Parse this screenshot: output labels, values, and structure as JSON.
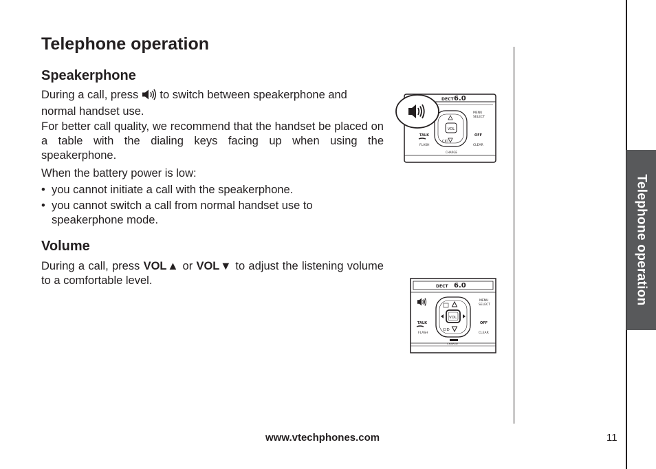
{
  "page": {
    "title": "Telephone operation",
    "side_tab": "Telephone operation",
    "footer_url": "www.vtechphones.com",
    "page_number": "11"
  },
  "speakerphone": {
    "heading": "Speakerphone",
    "p1_before": "During a call, press",
    "p1_after": "to switch between speakerphone and normal handset use.",
    "p2": "For better call quality, we recommend that the handset be placed on a table with the dialing keys facing up when using the speakerphone.",
    "p3": "When the battery power is low:",
    "bullets": [
      "you cannot initiate a call with the speakerphone.",
      "you cannot switch a call from normal handset use to speakerphone mode."
    ]
  },
  "volume": {
    "heading": "Volume",
    "p_before": "During a call, press",
    "vol_up": "VOL▲",
    "or": "or",
    "vol_down": "VOL▼",
    "p_after": "to adjust the listening volume to a comfortable level."
  },
  "phone_labels": {
    "brand": "DECT",
    "version": "6.0",
    "menu": "MENU",
    "select": "SELECT",
    "talk": "TALK",
    "flash": "FLASH",
    "off": "OFF",
    "clear": "CLEAR",
    "cid": "CID",
    "vol": "VOL",
    "charge": "CHARGE"
  }
}
